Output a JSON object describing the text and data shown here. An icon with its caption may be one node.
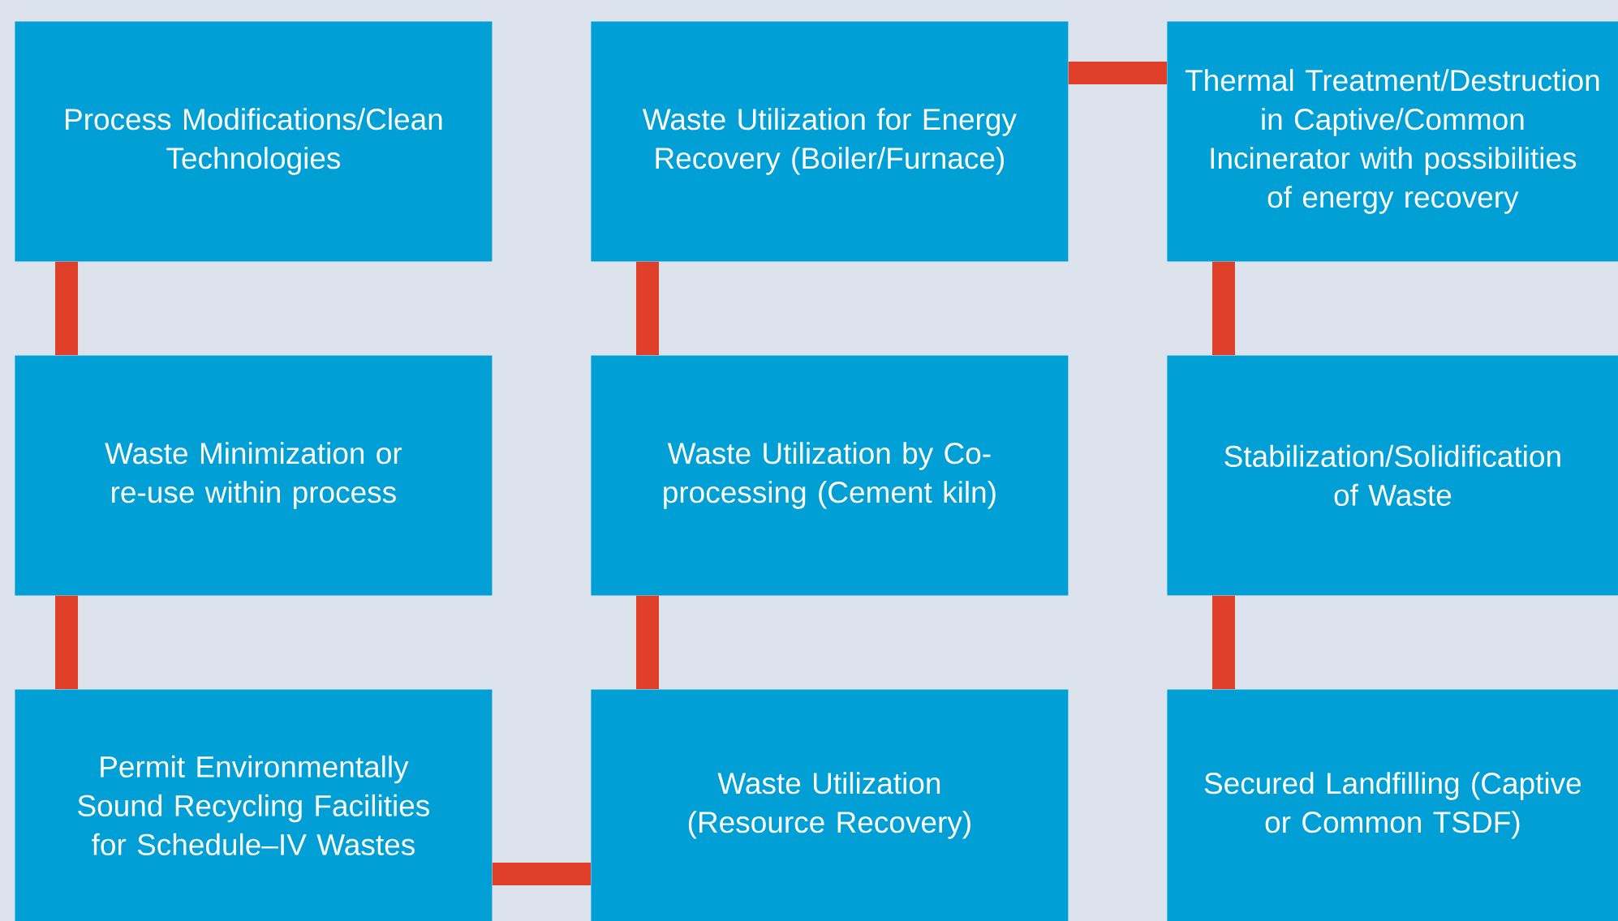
{
  "diagram": {
    "nodes": [
      {
        "text": [
          "Process Modifications/Clean Technologies"
        ]
      },
      {
        "text": [
          "Waste Utilization for Energy Recovery (Boiler/Furnace)"
        ]
      },
      {
        "text": [
          "Thermal Treatment/Destruction in Captive/Common Incinerator with possibilities of energy recovery"
        ]
      },
      {
        "text": [
          "Waste Minimization or re-use within process"
        ]
      },
      {
        "text": [
          "Waste Utilization by Co-processing (Cement kiln)"
        ]
      },
      {
        "text": [
          "Stabilization/Solidification of Waste"
        ]
      },
      {
        "text": [
          "Permit Environmentally Sound Recycling Facilities for Schedule–IV Wastes"
        ]
      },
      {
        "text": [
          "Waste Utilization (Resource Recovery)"
        ]
      },
      {
        "text": [
          "Secured Landfilling (Captive or Common TSDF)"
        ]
      }
    ],
    "edges": [
      {
        "from": 0,
        "to": 3,
        "arrow": "none"
      },
      {
        "from": 3,
        "to": 6,
        "arrow": "none"
      },
      {
        "from": 6,
        "to": 7,
        "arrow": "none"
      },
      {
        "from": 7,
        "to": 4,
        "arrow": "none"
      },
      {
        "from": 4,
        "to": 1,
        "arrow": "none"
      },
      {
        "from": 1,
        "to": 2,
        "arrow": "none"
      },
      {
        "from": 2,
        "to": 5,
        "arrow": "none"
      },
      {
        "from": 5,
        "to": 8,
        "arrow": "none"
      }
    ]
  }
}
